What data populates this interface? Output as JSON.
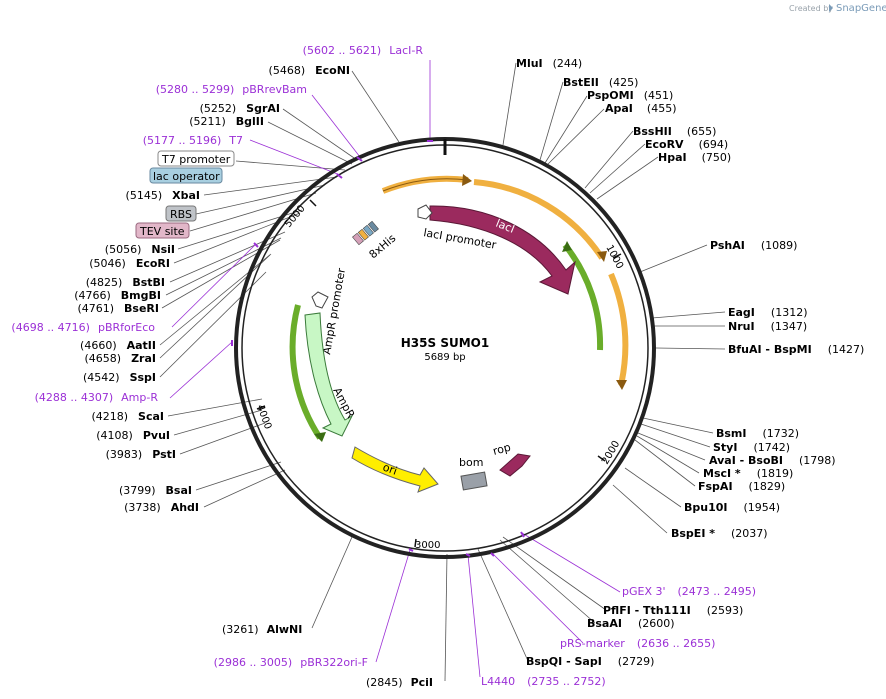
{
  "credit": {
    "created_by": "Created by",
    "brand": "SnapGene"
  },
  "plasmid": {
    "name": "H35S SUMO1",
    "size": "5689 bp"
  },
  "ticks": [
    "1000",
    "2000",
    "3000",
    "4000",
    "5000"
  ],
  "features": {
    "laci": "lacI",
    "laci_promoter": "lacI promoter",
    "his": "8xHis",
    "ampr_promoter": "AmpR promoter",
    "ampr": "AmpR",
    "ori": "ori",
    "bom": "bom",
    "rop": "rop"
  },
  "boxed_labels": {
    "t7_promoter": "T7 promoter",
    "lac_operator": "lac operator",
    "rbs": "RBS",
    "tev_site": "TEV site"
  },
  "colors": {
    "laci": "#9b2a5e",
    "cds_orange": "#f0b040",
    "cds_green": "#6aad2a",
    "ampr": "#c8f7c5",
    "ori": "#ffee00",
    "bom": "#9aa0a8",
    "primer": "#9b30d6"
  },
  "right_labels": [
    {
      "name": "MluI",
      "pos": "(244)"
    },
    {
      "name": "BstEII",
      "pos": "(425)"
    },
    {
      "name": "PspOMI",
      "pos": "(451)"
    },
    {
      "name": "ApaI",
      "pos": "(455)"
    },
    {
      "name": "BssHII",
      "pos": "(655)"
    },
    {
      "name": "EcoRV",
      "pos": "(694)"
    },
    {
      "name": "HpaI",
      "pos": "(750)"
    },
    {
      "name": "PshAI",
      "pos": "(1089)"
    },
    {
      "name": "EagI",
      "pos": "(1312)"
    },
    {
      "name": "NruI",
      "pos": "(1347)"
    },
    {
      "name": "BfuAI  - BspMI",
      "pos": "(1427)"
    },
    {
      "name": "BsmI",
      "pos": "(1732)"
    },
    {
      "name": "StyI",
      "pos": "(1742)"
    },
    {
      "name": "AvaI  - BsoBI",
      "pos": "(1798)"
    },
    {
      "name": "MscI *",
      "pos": "(1819)"
    },
    {
      "name": "FspAI",
      "pos": "(1829)"
    },
    {
      "name": "Bpu10I",
      "pos": "(1954)"
    },
    {
      "name": "BspEI *",
      "pos": "(2037)"
    },
    {
      "name": "PflFI  - Tth111I",
      "pos": "(2593)"
    },
    {
      "name": "BsaAI",
      "pos": "(2600)"
    },
    {
      "name": "BspQI  - SapI",
      "pos": "(2729)"
    },
    {
      "name": "PciI",
      "pos": "(2845)"
    },
    {
      "name": "AlwNI",
      "pos": "(3261)"
    }
  ],
  "left_labels": [
    {
      "pos": "(5468)",
      "name": "EcoNI"
    },
    {
      "pos": "(5252)",
      "name": "SgrAI"
    },
    {
      "pos": "(5211)",
      "name": "BglII"
    },
    {
      "pos": "(5145)",
      "name": "XbaI"
    },
    {
      "pos": "(5056)",
      "name": "NsiI"
    },
    {
      "pos": "(5046)",
      "name": "EcoRI"
    },
    {
      "pos": "(4825)",
      "name": "BstBI"
    },
    {
      "pos": "(4766)",
      "name": "BmgBI"
    },
    {
      "pos": "(4761)",
      "name": "BseRI"
    },
    {
      "pos": "(4660)",
      "name": "AatII"
    },
    {
      "pos": "(4658)",
      "name": "ZraI"
    },
    {
      "pos": "(4542)",
      "name": "SspI"
    },
    {
      "pos": "(4218)",
      "name": "ScaI"
    },
    {
      "pos": "(4108)",
      "name": "PvuI"
    },
    {
      "pos": "(3983)",
      "name": "PstI"
    },
    {
      "pos": "(3799)",
      "name": "BsaI"
    },
    {
      "pos": "(3738)",
      "name": "AhdI"
    }
  ],
  "primers": [
    {
      "range": "(5602 .. 5621)",
      "name": "LacI-R"
    },
    {
      "range": "(5280 .. 5299)",
      "name": "pBRrevBam"
    },
    {
      "range": "(5177 .. 5196)",
      "name": "T7"
    },
    {
      "range": "(4698 .. 4716)",
      "name": "pBRforEco"
    },
    {
      "range": "(4288 .. 4307)",
      "name": "Amp-R"
    },
    {
      "name": "pGEX 3'",
      "range": "(2473 .. 2495)"
    },
    {
      "name": "pRS-marker",
      "range": "(2636 .. 2655)"
    },
    {
      "name": "L4440",
      "range": "(2735 .. 2752)"
    },
    {
      "range": "(2986 .. 3005)",
      "name": "pBR322ori-F"
    }
  ]
}
